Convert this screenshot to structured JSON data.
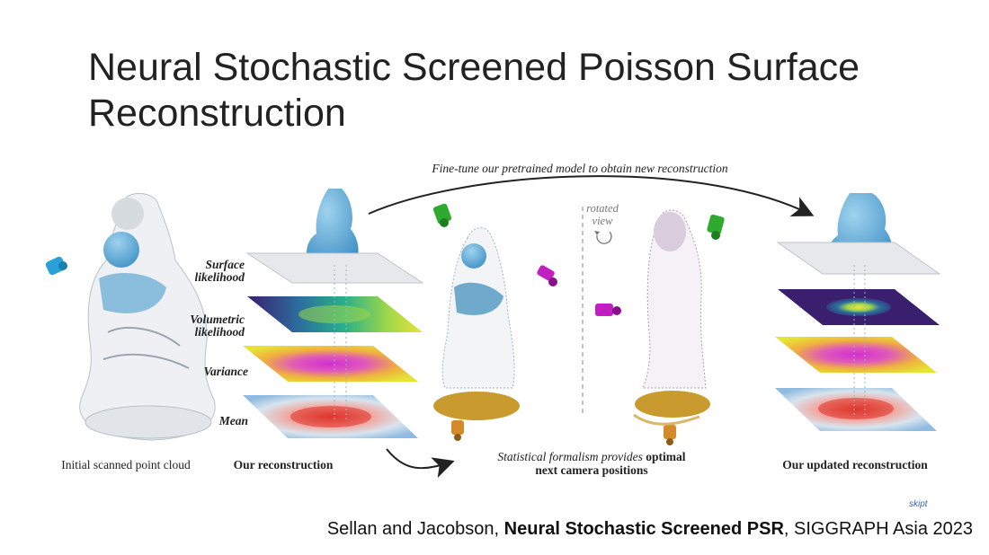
{
  "slide": {
    "title": "Neural Stochastic Screened Poisson Surface Reconstruction",
    "watermark": "skipt"
  },
  "figure": {
    "top_annotation": "Fine-tune our pretrained model to obtain new reconstruction",
    "bottom_annotation_regular": "Statistical formalism provides ",
    "bottom_annotation_bold1": "optimal",
    "bottom_annotation_bold2": "next camera positions",
    "rotated_view_line1": "rotated",
    "rotated_view_line2": "view",
    "layer_labels": {
      "surface_1": "Surface",
      "surface_2": "likelihood",
      "volumetric_1": "Volumetric",
      "volumetric_2": "likelihood",
      "variance": "Variance",
      "mean": "Mean"
    },
    "captions": {
      "initial": "Initial scanned point cloud",
      "ours": "Our reconstruction",
      "updated": "Our updated reconstruction"
    }
  },
  "citation": {
    "authors": "Sellan and Jacobson, ",
    "paper": "Neural Stochastic Screened PSR",
    "venue": ",  SIGGRAPH Asia 2023"
  },
  "colors": {
    "statue_blue": "#3d9fd1",
    "camera_cyan": "#2aa0d8",
    "camera_green": "#2fa92f",
    "camera_magenta": "#c020c0",
    "mesh_gold": "#c99a2e",
    "arrow": "#222222"
  }
}
